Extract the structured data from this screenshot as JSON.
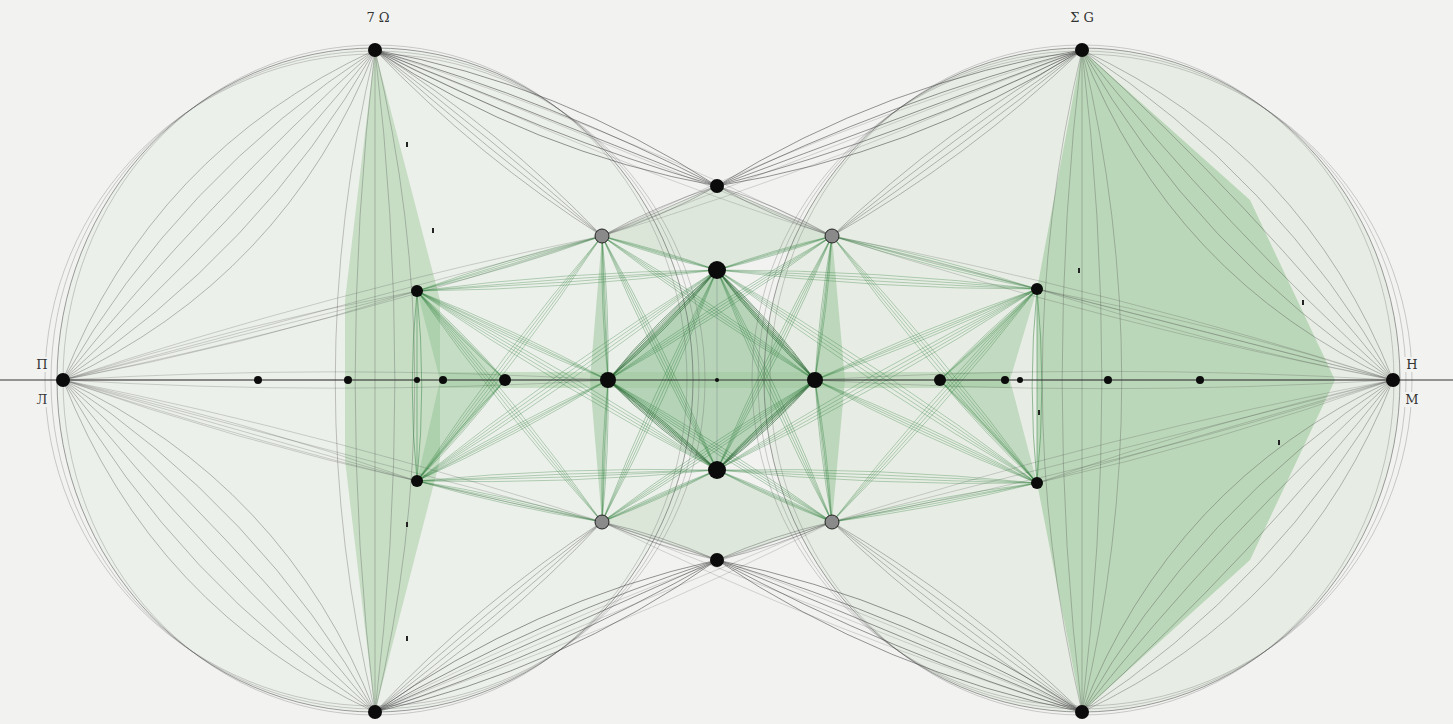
{
  "diagram": {
    "labels": [
      "7 Ω",
      "Σ G",
      "Π",
      "Л",
      "H",
      "M"
    ]
  }
}
